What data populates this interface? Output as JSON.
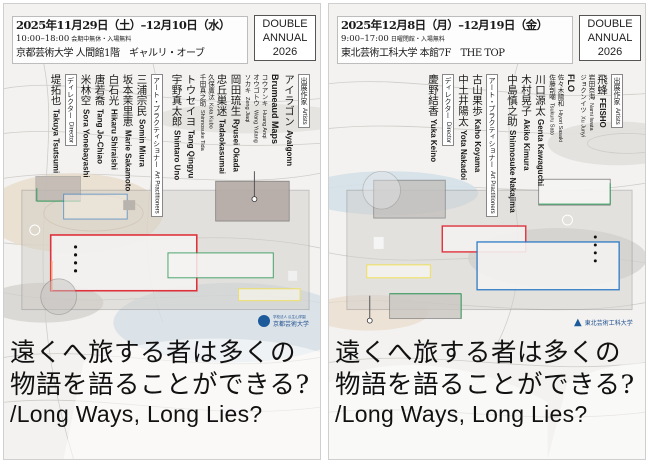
{
  "posters": [
    {
      "id": "left",
      "header": {
        "date": "2025年11月29日（土）–12月10日（水）",
        "time": "10:00–18:00",
        "note": "会期中無休・入場無料",
        "venue": "京都芸術大学 人間館1階　ギャルリ・オーブ"
      },
      "logo": {
        "line1": "DOUBLE",
        "line2": "ANNUAL",
        "line3": "2026"
      },
      "credits": {
        "artists_label": {
          "jp": "出展作家",
          "en": "Artists"
        },
        "artists": [
          {
            "jp": "アイラゴン",
            "en": "Ayalgonn",
            "sub": false
          },
          {
            "jp": "Brumeaud Maps",
            "en": "",
            "sub": false
          },
          {
            "jp": "コウアンキ",
            "en": "Huang Anqi",
            "sub": true
          },
          {
            "jp": "オウゴトウ",
            "en": "Wang Yutang",
            "sub": true
          },
          {
            "jp": "ソカキ",
            "en": "Zeng Jiaqi",
            "sub": true
          },
          {
            "jp": "岡田琉生",
            "en": "Ryusei Okada",
            "sub": false
          },
          {
            "jp": "忠丘巣迷",
            "en": "Tadaokasumai",
            "sub": false
          },
          {
            "jp": "久保廣汰",
            "en": "Kota Kubo",
            "sub": true
          },
          {
            "jp": "千田真之助",
            "en": "Shinnosuke Tida",
            "sub": true
          },
          {
            "jp": "トウセイヨ",
            "en": "Tang Qingyu",
            "sub": false
          },
          {
            "jp": "宇野真太郎",
            "en": "Shintaro Uno",
            "sub": false
          }
        ],
        "practitioners_label": {
          "jp": "アート・プラクティショナー",
          "en": "Art Practitioners"
        },
        "practitioners": [
          {
            "jp": "三浦宗民",
            "en": "Somin Miura"
          },
          {
            "jp": "坂本茉里恵",
            "en": "Marie Sakamoto"
          },
          {
            "jp": "白石光",
            "en": "Hikaru Shiraishi"
          },
          {
            "jp": "唐若喬",
            "en": "Tang Jo-Chiao"
          },
          {
            "jp": "米林空",
            "en": "Sora Yonebayashi"
          }
        ],
        "director_label": {
          "jp": "ディレクター",
          "en": "Director"
        },
        "director": {
          "jp": "堤拓也",
          "en": "Takuya Tsutsumi"
        }
      },
      "university": {
        "small": "学校法人 瓜生山学園",
        "name": "京都芸術大学"
      },
      "title": {
        "jp_line1": "遠くへ旅する者は多くの",
        "jp_line2": "物語を語ることができる?",
        "en": "/Long Ways, Long Lies?"
      }
    },
    {
      "id": "right",
      "header": {
        "date": "2025年12月8日（月）–12月19日（金）",
        "time": "9:00–17:00",
        "note": "日曜閉館・入場無料",
        "venue": "東北芸術工科大学 本館7F　THE TOP"
      },
      "logo": {
        "line1": "DOUBLE",
        "line2": "ANNUAL",
        "line3": "2026"
      },
      "credits": {
        "artists_label": {
          "jp": "出展作家",
          "en": "Artists"
        },
        "artists": [
          {
            "jp": "飛蜂",
            "en": "FEISHO",
            "sub": false
          },
          {
            "jp": "岩田奈海",
            "en": "Nami Iwata",
            "sub": true
          },
          {
            "jp": "ジョクンイツ",
            "en": "Xu Junyi",
            "sub": true
          },
          {
            "jp": "FLO",
            "en": "",
            "sub": false
          },
          {
            "jp": "佐々木陽和",
            "en": "Hiyori Sasaki",
            "sub": true
          },
          {
            "jp": "佐藤剖嘲",
            "en": "Tsukuru Sato",
            "sub": true
          },
          {
            "jp": "川口源太",
            "en": "Genta Kawaguchi",
            "sub": false
          },
          {
            "jp": "木村晃子",
            "en": "Akiko Kimura",
            "sub": false
          },
          {
            "jp": "中島慎之助",
            "en": "Shinnosuke Nakajima",
            "sub": false
          }
        ],
        "practitioners_label": {
          "jp": "アート・プラクティショナー",
          "en": "Art Practitioners"
        },
        "practitioners": [
          {
            "jp": "古山果歩",
            "en": "Kaho Koyama"
          },
          {
            "jp": "中土井陽太",
            "en": "Yota Nakadoi"
          }
        ],
        "director_label": {
          "jp": "ディレクター",
          "en": "Director"
        },
        "director": {
          "jp": "慶野結香",
          "en": "Yuka Keino"
        }
      },
      "university": {
        "small": "",
        "name": "東北芸術工科大学"
      },
      "title": {
        "jp_line1": "遠くへ旅する者は多くの",
        "jp_line2": "物語を語ることができる?",
        "en": "/Long Ways, Long Lies?"
      }
    }
  ],
  "colors": {
    "red": "#e0202c",
    "blue": "#2a78c4",
    "green": "#2f9a5a",
    "yellow": "#f2e04a",
    "gray_panel": "#9a9a9a",
    "university_blue": "#1d5a9a"
  }
}
